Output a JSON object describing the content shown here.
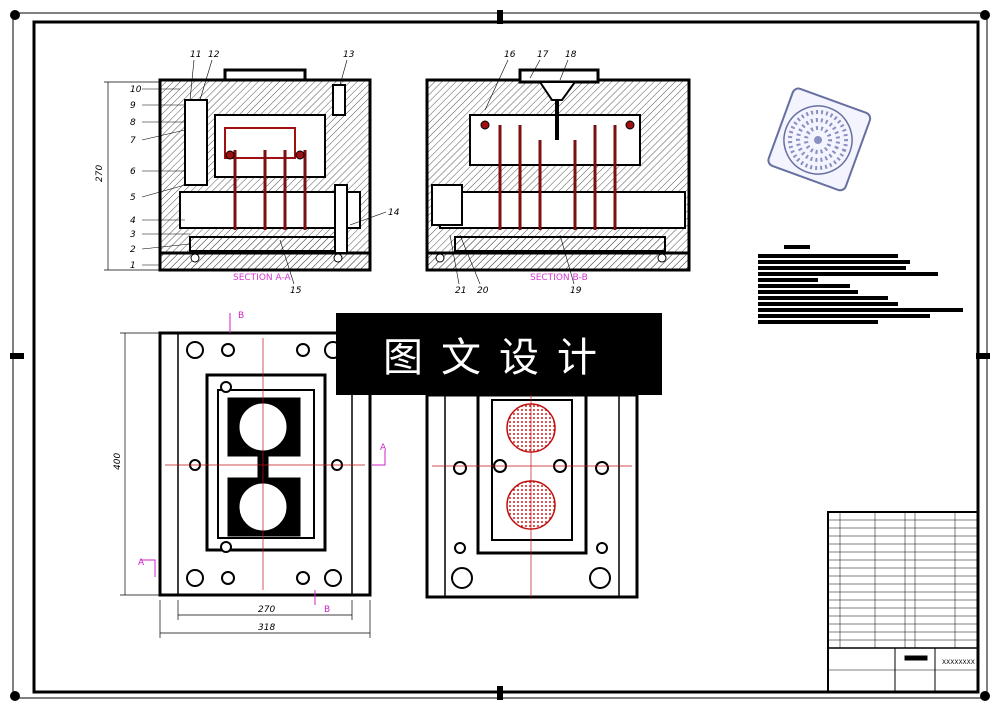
{
  "watermark": {
    "text": "图文设计"
  },
  "sections": {
    "aa": "SECTION A-A",
    "bb": "SECTION B-B"
  },
  "part_labels": [
    "1",
    "2",
    "3",
    "4",
    "5",
    "6",
    "7",
    "8",
    "9",
    "10",
    "11",
    "12",
    "13",
    "14",
    "15",
    "16",
    "17",
    "18",
    "19",
    "20",
    "21"
  ],
  "section_markers": {
    "a": "A",
    "b": "B"
  },
  "dimensions": {
    "overall_height": "270",
    "plan_height": "400",
    "inner_width": "270",
    "outer_width": "318"
  },
  "title_block": {
    "code": "XXXXXXXX"
  },
  "colors": {
    "line": "#000000",
    "hatch": "#444444",
    "section_text": "#d43ad4",
    "cavity": "#d02020",
    "detail": "#7a1010"
  }
}
